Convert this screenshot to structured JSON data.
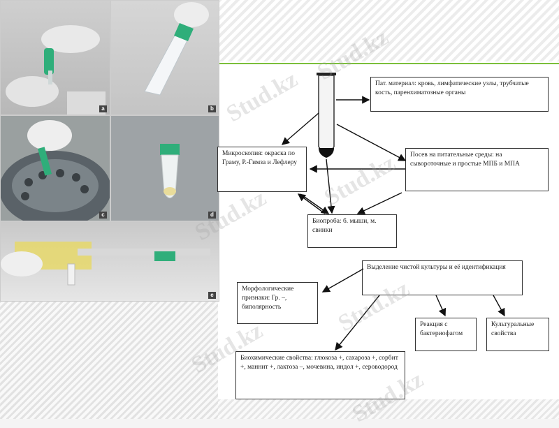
{
  "photos": [
    {
      "id": "a",
      "label": "a"
    },
    {
      "id": "b",
      "label": "b"
    },
    {
      "id": "c",
      "label": "c"
    },
    {
      "id": "d",
      "label": "d"
    },
    {
      "id": "e",
      "label": "e"
    }
  ],
  "diagram": {
    "material": "Пат. материал: кровь, лимфатические узлы, трубчатые кость, паренхиматозные органы",
    "microscopy": "Микроскопия: окраска по Граму, Р.-Гимза и Лефлеру",
    "sowing": "Посев на питательные среды: на сывороточные и простые МПБ и МПА",
    "bioprobe": "Биопроба: б. мыши, м. свинки",
    "isolation": "Выделение чистой культуры и её идентификация",
    "morphology": "Морфологические признаки: Гр. –, биполярность",
    "biochem": "Биохимические свойства: глюкоза +, сахароза +, сорбит +, маннит +, лактоза –, мочевина, индол +, сероводород",
    "bacteriophage": "Реакция с бактериофагом",
    "cultural": "Культуральные свойства"
  },
  "watermark": "Stud.kz",
  "colors": {
    "accent_green": "#7bbf3a",
    "tube_green": "#2fae7a"
  }
}
